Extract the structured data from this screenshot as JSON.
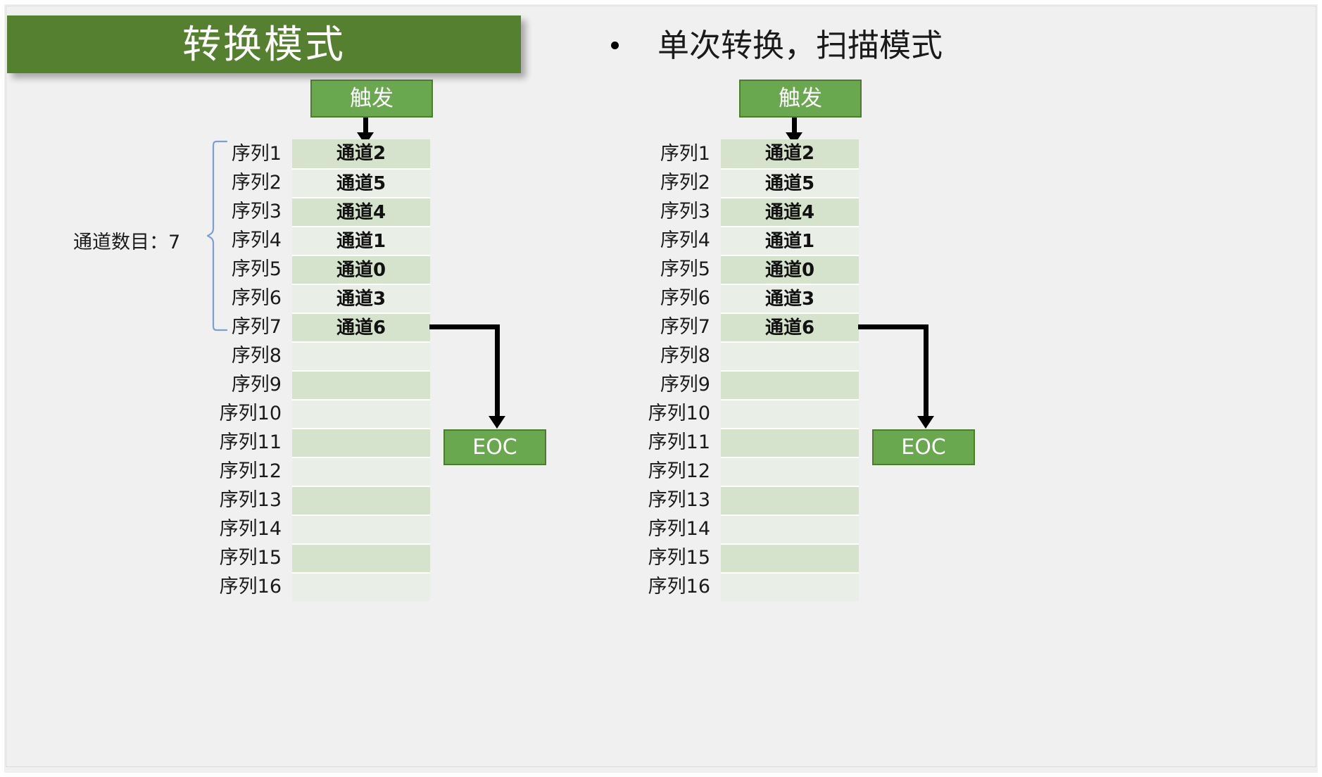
{
  "slide": {
    "title": "转换模式",
    "bullet": "单次转换，扫描模式",
    "background_color": "#f0f0f0",
    "title_bg_color": "#55802f",
    "accent_green": "#6aa84f"
  },
  "labels": {
    "channel_count": "通道数目：7",
    "trigger": "触发",
    "eoc": "EOC"
  },
  "sequence_labels": [
    "序列1",
    "序列2",
    "序列3",
    "序列4",
    "序列5",
    "序列6",
    "序列7",
    "序列8",
    "序列9",
    "序列10",
    "序列11",
    "序列12",
    "序列13",
    "序列14",
    "序列15",
    "序列16"
  ],
  "channels": [
    "通道2",
    "通道5",
    "通道4",
    "通道1",
    "通道0",
    "通道3",
    "通道6",
    "",
    "",
    "",
    "",
    "",
    "",
    "",
    "",
    ""
  ],
  "panels": [
    {
      "name": "left-diagram",
      "trigger": "触发",
      "eoc": "EOC",
      "has_brace": true,
      "count_label": "通道数目：7"
    },
    {
      "name": "right-diagram",
      "trigger": "触发",
      "eoc": "EOC",
      "has_brace": false,
      "count_label": ""
    }
  ]
}
